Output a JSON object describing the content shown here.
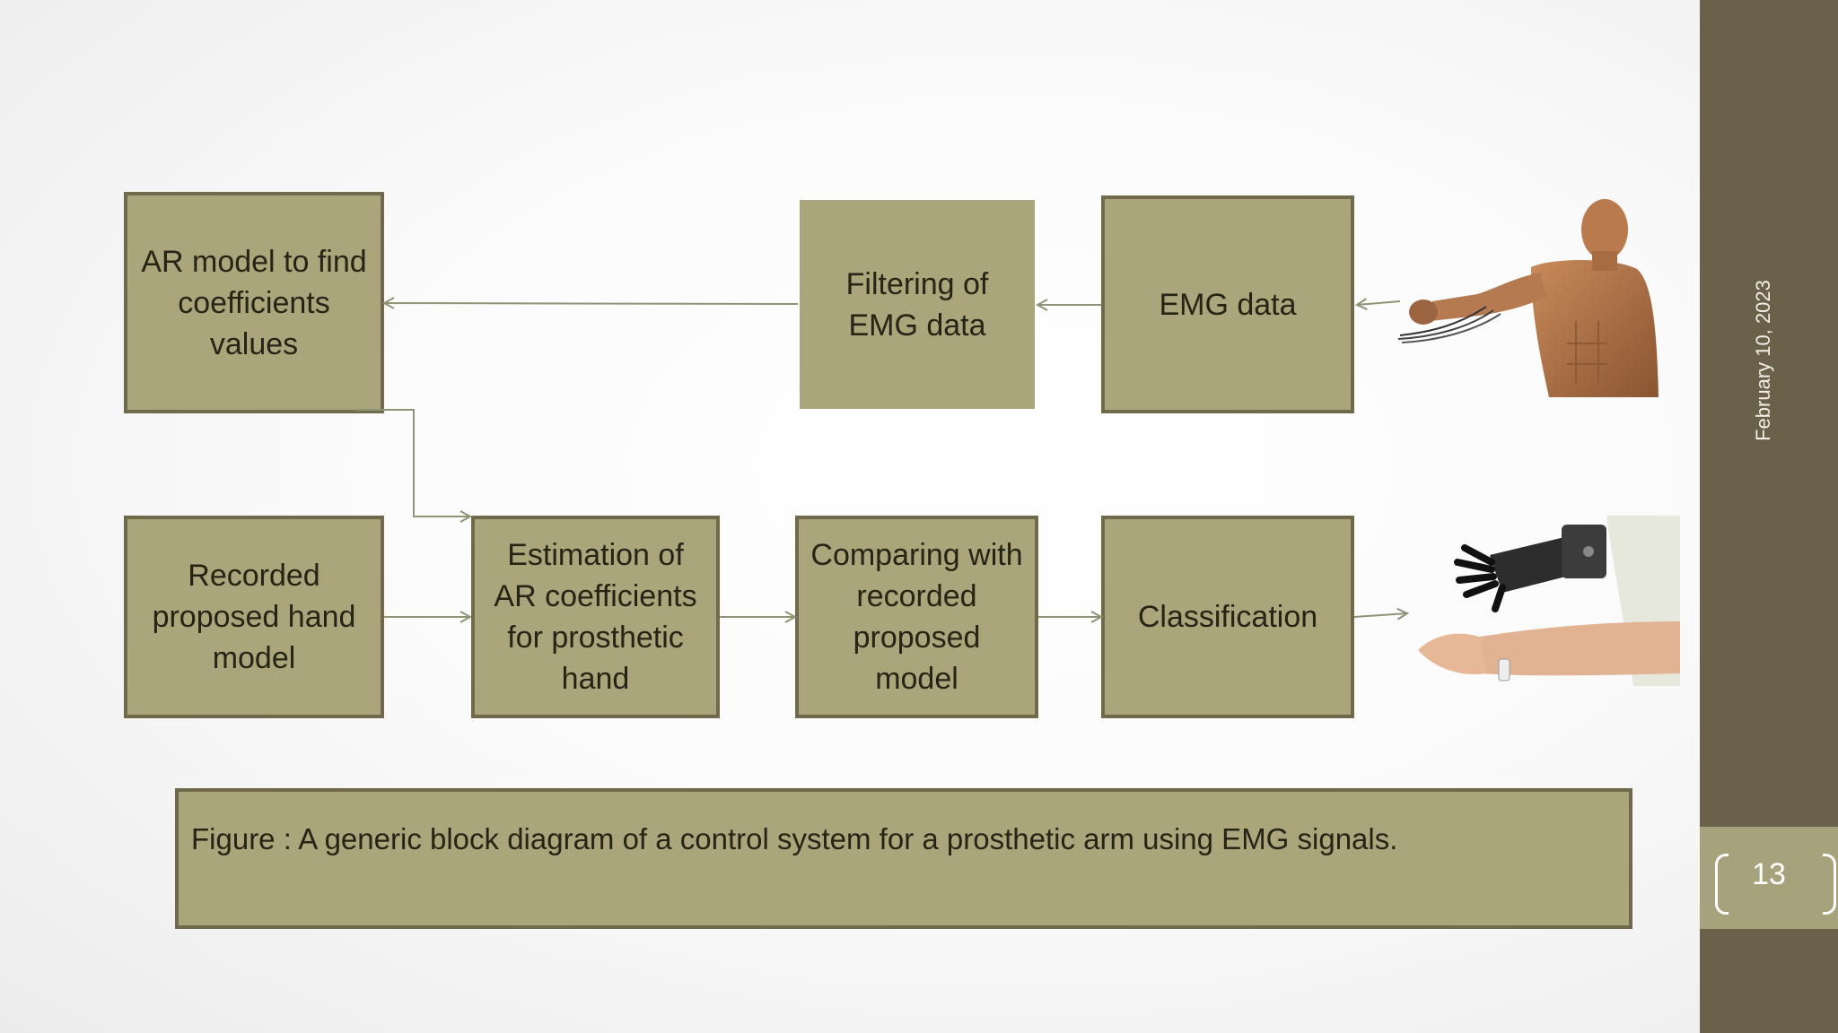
{
  "blocks": {
    "ar_model": "AR model to find coefficients values",
    "filtering": "Filtering of EMG data",
    "emg_data": "EMG data",
    "recorded": "Recorded proposed hand model",
    "estimation": "Estimation of AR coefficients for prosthetic hand",
    "comparing": "Comparing with recorded proposed model",
    "classification": "Classification"
  },
  "caption": "Figure : A generic block diagram of a control system for a prosthetic arm using EMG signals.",
  "sidebar": {
    "date": "February 10, 2023",
    "page_number": "13"
  },
  "colors": {
    "block_fill": "#aaa57b",
    "block_border": "#6f6a4b",
    "sidebar": "#6b604a",
    "arrow": "#8e9474"
  }
}
